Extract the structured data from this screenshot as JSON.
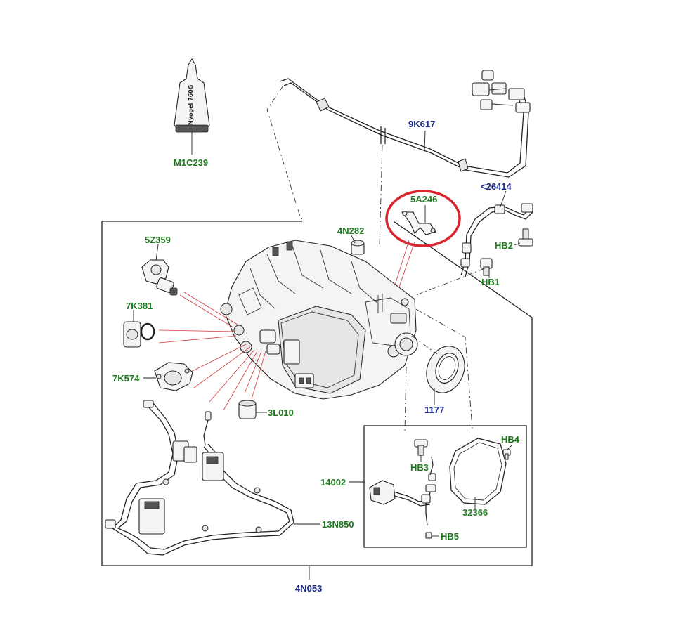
{
  "callouts": {
    "M1C239": "M1C239",
    "9K617": "9K617",
    "5A246": "5A246",
    "26414": "<26414",
    "HB2": "HB2",
    "HB1": "HB1",
    "4N282": "4N282",
    "5Z359": "5Z359",
    "7K381": "7K381",
    "7K574": "7K574",
    "3L010": "3L010",
    "1177": "1177",
    "HB4": "HB4",
    "HB3": "HB3",
    "14002": "14002",
    "32366": "32366",
    "HB5": "HB5",
    "13N850": "13N850",
    "4N053": "4N053"
  },
  "tube_print": "Nyogel 760G",
  "colors": {
    "label_green": "#1f7a1f",
    "label_blue": "#1a2a8a",
    "highlight_red": "#d9262e"
  }
}
